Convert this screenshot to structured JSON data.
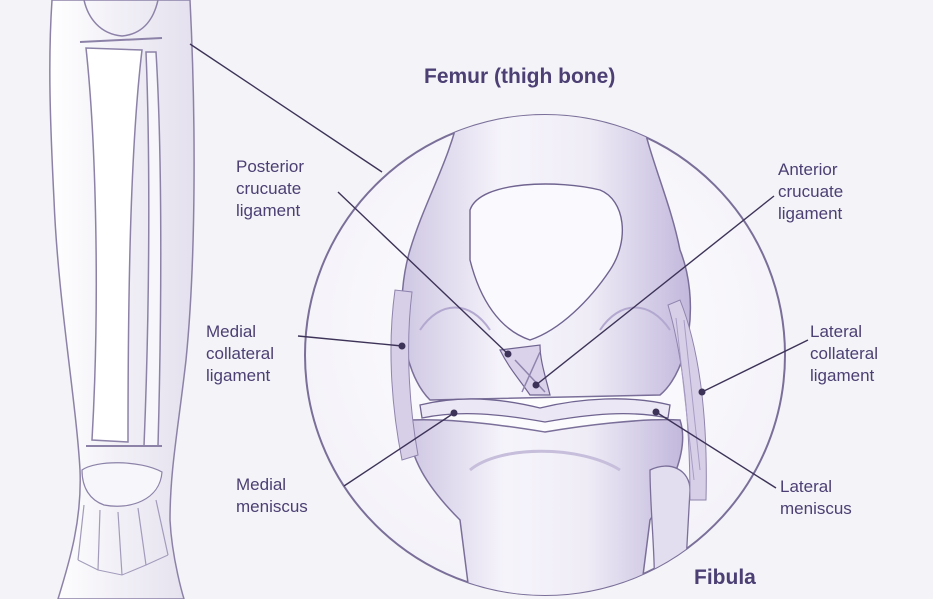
{
  "title": "Femur (thigh bone)",
  "fibula_label": "Fibula",
  "labels": {
    "posterior_cruciate": [
      "Posterior",
      "crucuate",
      "ligament"
    ],
    "anterior_cruciate": [
      "Anterior",
      "crucuate",
      "ligament"
    ],
    "medial_collateral": [
      "Medial",
      "collateral",
      "ligament"
    ],
    "lateral_collateral": [
      "Lateral",
      "collateral",
      "ligament"
    ],
    "medial_meniscus": [
      "Medial",
      "meniscus"
    ],
    "lateral_meniscus": [
      "Lateral",
      "meniscus"
    ]
  },
  "colors": {
    "background": "#f4f3f7",
    "label_text": "#4b3f73",
    "leader_line": "#3d3358",
    "bone_fill": "#e9e6f2",
    "bone_shade": "#b3a8cf",
    "outline": "#6f6390"
  }
}
